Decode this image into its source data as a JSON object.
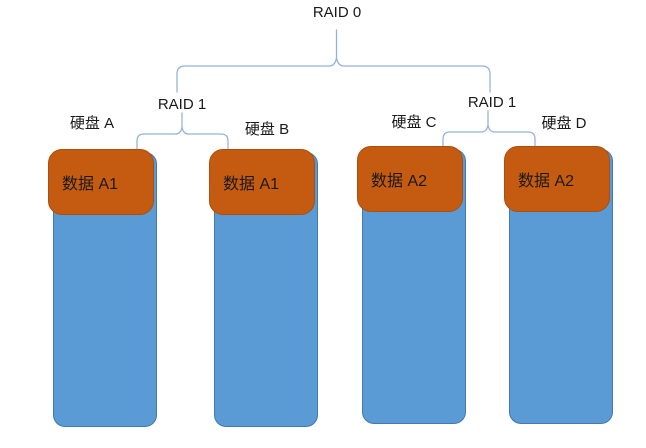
{
  "title": {
    "label": "RAID 0"
  },
  "groups": [
    {
      "label": "RAID 1",
      "disks": [
        {
          "name": "硬盘 A",
          "block": "数据 A1"
        },
        {
          "name": "硬盘 B",
          "block": "数据 A1"
        }
      ]
    },
    {
      "label": "RAID 1",
      "disks": [
        {
          "name": "硬盘 C",
          "block": "数据 A2"
        },
        {
          "name": "硬盘 D",
          "block": "数据 A2"
        }
      ]
    }
  ],
  "colors": {
    "data_block": "#C55A11",
    "data_block_border": "#AD4E0D",
    "disk_body": "#5B9BD5",
    "disk_border": "#4379AD",
    "connector": "#94B3D9",
    "text": "#1A1A1A"
  }
}
